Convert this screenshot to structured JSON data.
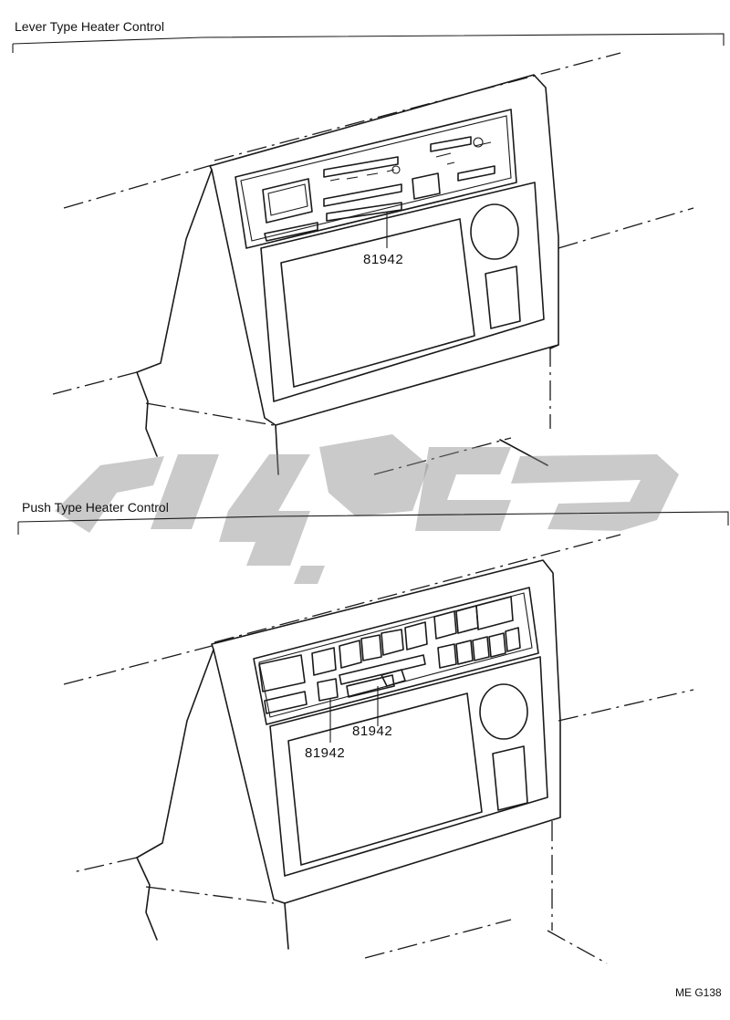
{
  "sections": [
    {
      "title": "Lever Type Heater Control",
      "part_labels": [
        "81942"
      ]
    },
    {
      "title": "Push Type Heater Control",
      "part_labels": [
        "81942",
        "81942"
      ]
    }
  ],
  "figure_code": "ME G138",
  "watermark": {
    "color": "#8a8a8a"
  },
  "ink_color": "#1a1a1a"
}
